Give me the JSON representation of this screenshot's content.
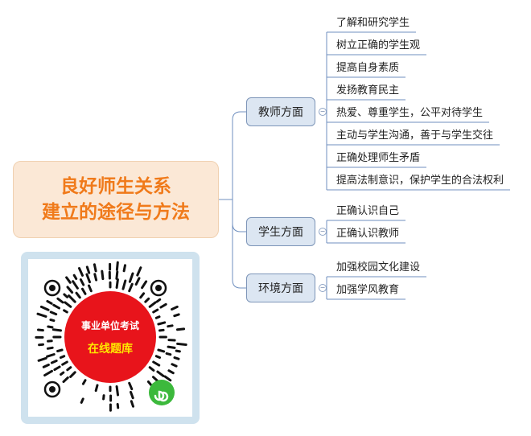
{
  "root": {
    "line1": "良好师生关系",
    "line2": "建立的途径与方法"
  },
  "branches": [
    {
      "label": "教师方面",
      "items": [
        "了解和研究学生",
        "树立正确的学生观",
        "提高自身素质",
        "发扬教育民主",
        "热爱、尊重学生，公平对待学生",
        "主动与学生沟通，善于与学生交往",
        "正确处理师生矛盾",
        "提高法制意识，保护学生的合法权利"
      ]
    },
    {
      "label": "学生方面",
      "items": [
        "正确认识自己",
        "正确认识教师"
      ]
    },
    {
      "label": "环境方面",
      "items": [
        "加强校园文化建设",
        "加强学风教育"
      ]
    }
  ],
  "qr": {
    "line1": "事业单位考试",
    "line2": "在线题库"
  },
  "colors": {
    "root_text": "#f07a1a",
    "branch_border": "#7d95b8",
    "line": "#6f8fbf",
    "qr_red": "#e8141b",
    "qr_yellow": "#ffe600",
    "miniapp_green": "#3cb93c"
  }
}
